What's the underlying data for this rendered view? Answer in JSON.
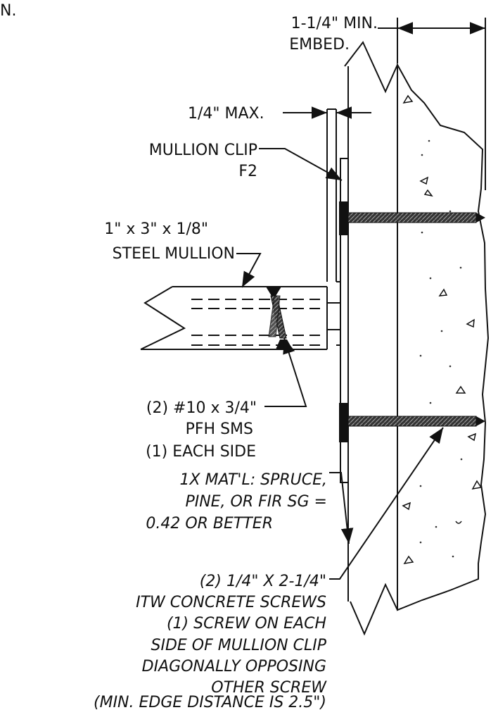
{
  "corner_fragment": "N.",
  "labels": {
    "embed_line1": "1-1/4\" MIN.",
    "embed_line2": "EMBED.",
    "max_gap": "1/4\" MAX.",
    "clip_line1": "MULLION CLIP",
    "clip_line2": "F2",
    "mullion_line1": "1\" x 3\" x 1/8\"",
    "mullion_line2": "STEEL MULLION",
    "sms_line1": "(2) #10 x 3/4\"",
    "sms_line2": "PFH SMS",
    "sms_line3": "(1) EACH SIDE",
    "mat_line1": "1X MAT'L: SPRUCE,",
    "mat_line2": "PINE, OR FIR SG =",
    "mat_line3": "0.42 OR BETTER",
    "screw_line1": "(2) 1/4\" X 2-1/4\"",
    "screw_line2": "ITW CONCRETE SCREWS",
    "screw_line3": "(1) SCREW ON EACH",
    "screw_line4": "SIDE OF MULLION CLIP",
    "screw_line5": "DIAGONALLY OPPOSING",
    "screw_line6": "OTHER SCREW",
    "screw_line7": "(MIN. EDGE DISTANCE IS 2.5\")"
  }
}
